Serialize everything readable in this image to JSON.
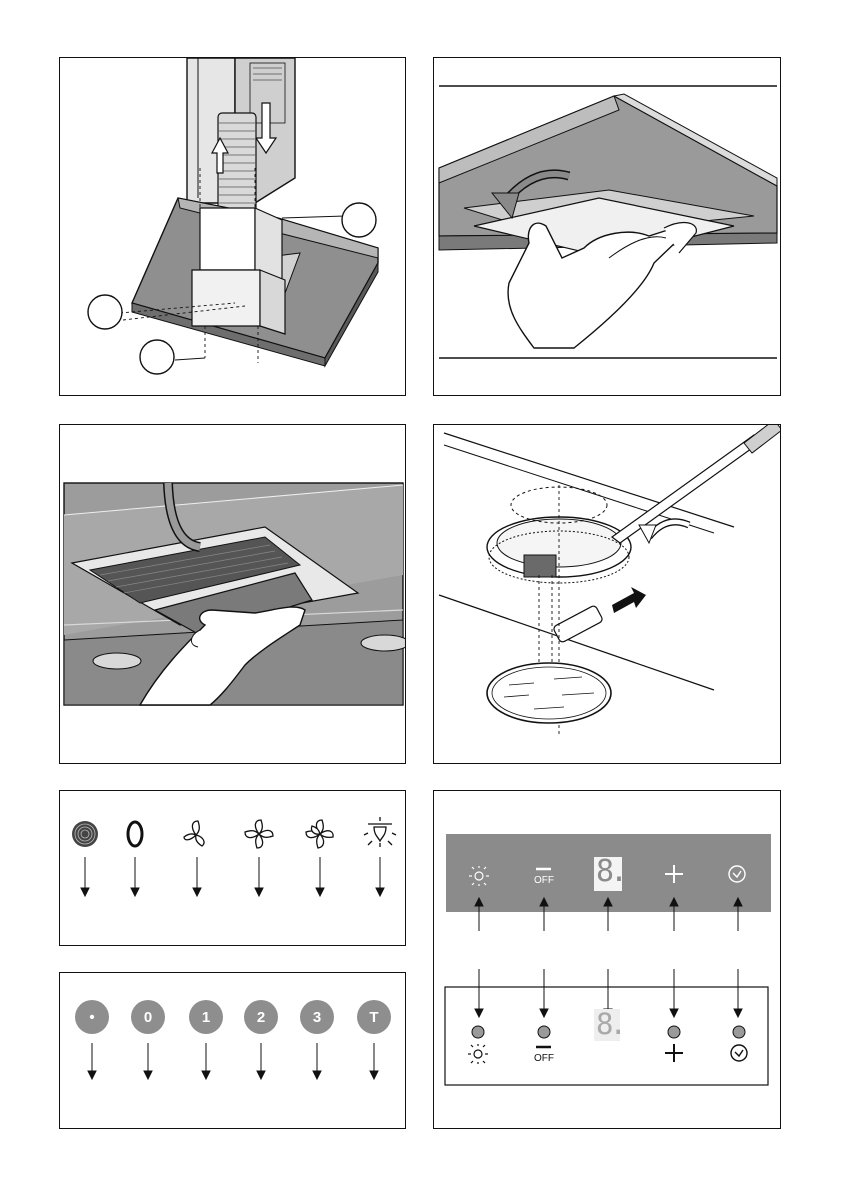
{
  "remote_keys": [
    {
      "name": "light-key",
      "label": "•"
    },
    {
      "name": "off-key",
      "label": "0"
    },
    {
      "name": "speed-1-key",
      "label": "1"
    },
    {
      "name": "speed-2-key",
      "label": "2"
    },
    {
      "name": "speed-3-key",
      "label": "3"
    },
    {
      "name": "timer-key",
      "label": "T"
    }
  ],
  "control_panel": {
    "off_label": "OFF",
    "display_digit": "8.",
    "dark_bar_color": "#8b8b8b",
    "led_color": "#9a9a9a"
  },
  "icons": [
    "ring-icon",
    "zero-icon",
    "fan-1-icon",
    "fan-2-icon",
    "fan-3-icon",
    "light-icon"
  ],
  "colors": {
    "line": "#111111",
    "gray": "#8b8b8b",
    "hood_gray": "#8f8f8f",
    "photo_gray": "#9c9c9c"
  }
}
